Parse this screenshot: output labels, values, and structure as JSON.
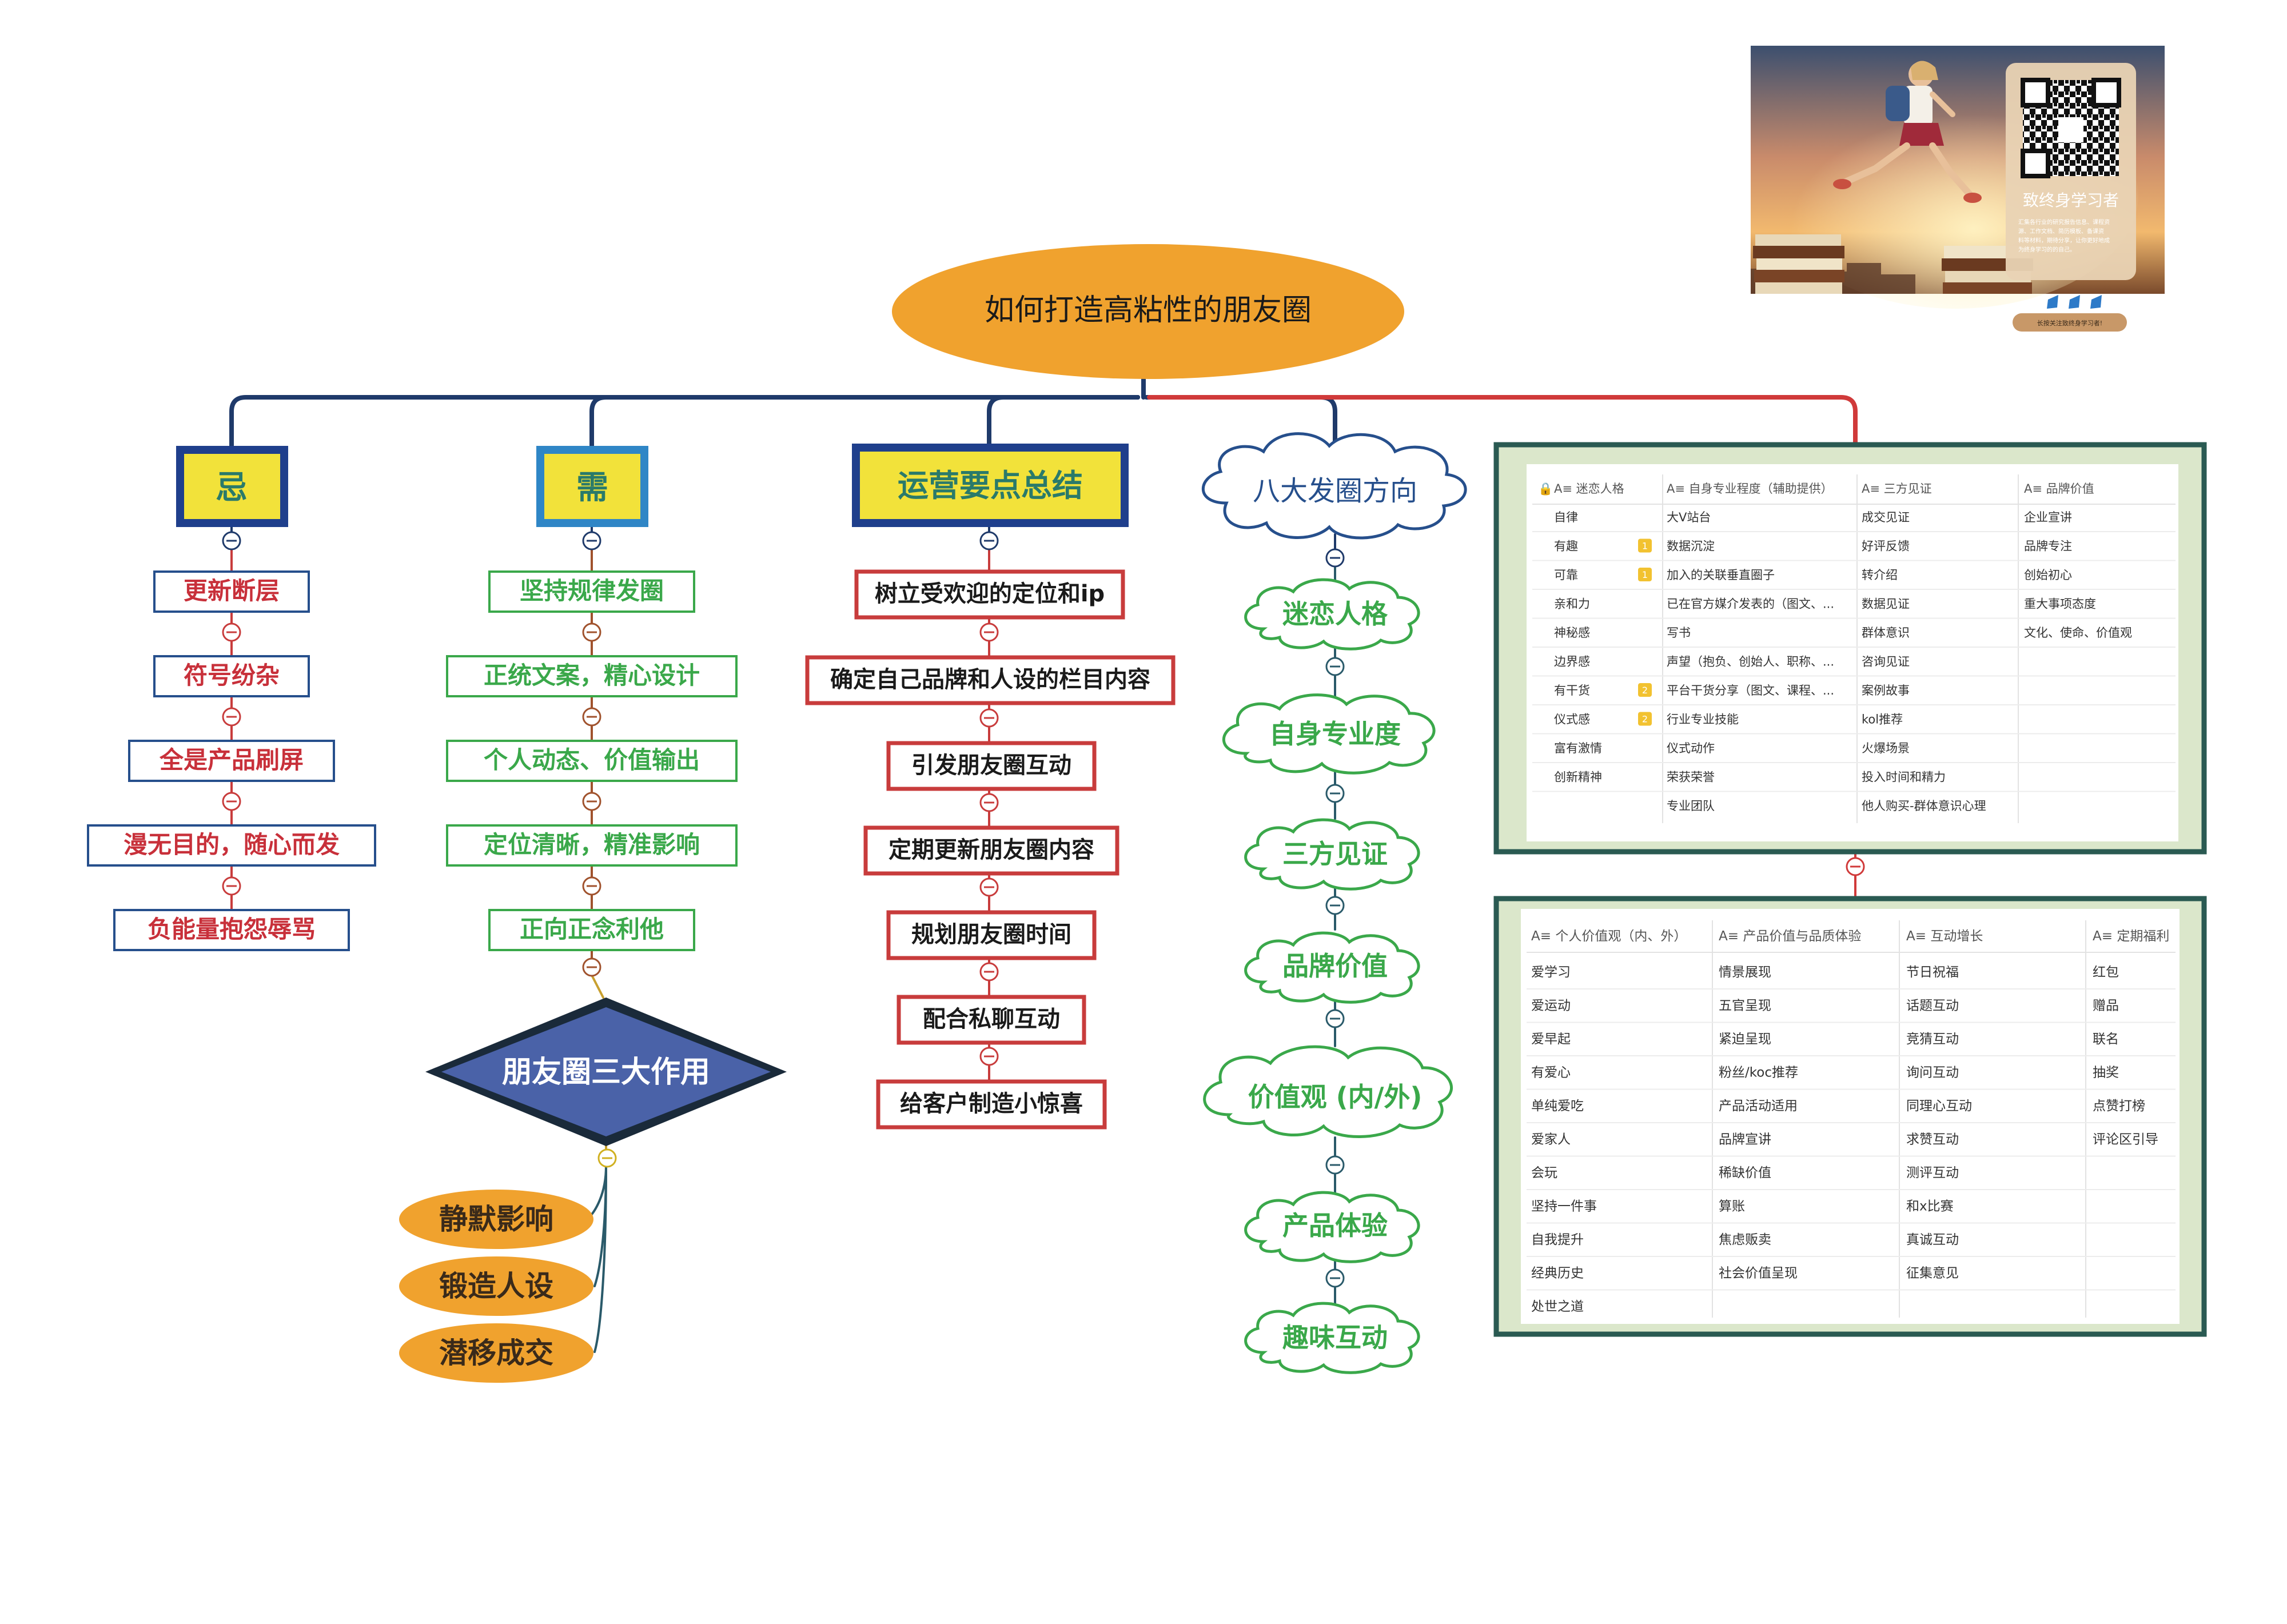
{
  "root": {
    "title": "如何打造高粘性的朋友圈"
  },
  "branches": {
    "ji": {
      "title": "忌",
      "items": [
        "更新断层",
        "符号纷杂",
        "全是产品刷屏",
        "漫无目的，随心而发",
        "负能量抱怨辱骂"
      ]
    },
    "xu": {
      "title": "需",
      "items": [
        "坚持规律发圈",
        "正统文案，精心设计",
        "个人动态、价值输出",
        "定位清晰，精准影响",
        "正向正念利他"
      ]
    },
    "effects": {
      "title": "朋友圈三大作用",
      "items": [
        "静默影响",
        "锻造人设",
        "潜移成交"
      ]
    },
    "ops": {
      "title": "运营要点总结",
      "items": [
        "树立受欢迎的定位和ip",
        "确定自己品牌和人设的栏目内容",
        "引发朋友圈互动",
        "定期更新朋友圈内容",
        "规划朋友圈时间",
        "配合私聊互动",
        "给客户制造小惊喜"
      ]
    },
    "eight": {
      "title": "八大发圈方向",
      "items": [
        "迷恋人格",
        "自身专业度",
        "三方见证",
        "品牌价值",
        "价值观 (内/外)",
        "产品体验",
        "趣味互动"
      ]
    }
  },
  "ad": {
    "caption": "致终身学习者",
    "small_lines": [
      "汇集各行业的研究报告信息、课程资",
      "源、工作文档、简历模板、备课资",
      "料等材料，期待分享，让你更好地成",
      "为终身学习的的自己。"
    ],
    "button": "长按关注致终身学习者!"
  },
  "table1": {
    "headers": [
      "迷恋人格",
      "自身专业程度（辅助提供）",
      "三方见证",
      "品牌价值"
    ],
    "rows": [
      [
        "自律",
        "大V站台",
        "成交见证",
        "企业宣讲"
      ],
      [
        "有趣",
        "数据沉淀",
        "好评反馈",
        "品牌专注"
      ],
      [
        "可靠",
        "加入的关联垂直圈子",
        "转介绍",
        "创始初心"
      ],
      [
        "亲和力",
        "已在官方媒介发表的（图文、...",
        "数据见证",
        "重大事项态度"
      ],
      [
        "神秘感",
        "写书",
        "群体意识",
        "文化、使命、价值观"
      ],
      [
        "边界感",
        "声望（抱负、创始人、职称、...",
        "咨询见证",
        ""
      ],
      [
        "有干货",
        "平台干货分享（图文、课程、...",
        "案例故事",
        ""
      ],
      [
        "仪式感",
        "行业专业技能",
        "kol推荐",
        ""
      ],
      [
        "富有激情",
        "仪式动作",
        "火爆场景",
        ""
      ],
      [
        "创新精神",
        "荣获荣誉",
        "投入时间和精力",
        ""
      ],
      [
        "",
        "专业团队",
        "他人购买-群体意识心理",
        ""
      ]
    ],
    "badges": [
      "1",
      "1",
      "2",
      "2"
    ]
  },
  "table2": {
    "headers": [
      "个人价值观（内、外）",
      "产品价值与品质体验",
      "互动增长",
      "定期福利"
    ],
    "rows": [
      [
        "爱学习",
        "情景展现",
        "节日祝福",
        "红包"
      ],
      [
        "爱运动",
        "五官呈现",
        "话题互动",
        "赠品"
      ],
      [
        "爱早起",
        "紧迫呈现",
        "竞猜互动",
        "联名"
      ],
      [
        "有爱心",
        "粉丝/koc推荐",
        "询问互动",
        "抽奖"
      ],
      [
        "单纯爱吃",
        "产品活动适用",
        "同理心互动",
        "点赞打榜"
      ],
      [
        "爱家人",
        "品牌宣讲",
        "求赞互动",
        "评论区引导"
      ],
      [
        "会玩",
        "稀缺价值",
        "测评互动",
        ""
      ],
      [
        "坚持一件事",
        "算账",
        "和x比赛",
        ""
      ],
      [
        "自我提升",
        "焦虑贩卖",
        "真诚互动",
        ""
      ],
      [
        "经典历史",
        "社会价值呈现",
        "征集意见",
        ""
      ],
      [
        "处世之道",
        "",
        "",
        ""
      ]
    ]
  }
}
